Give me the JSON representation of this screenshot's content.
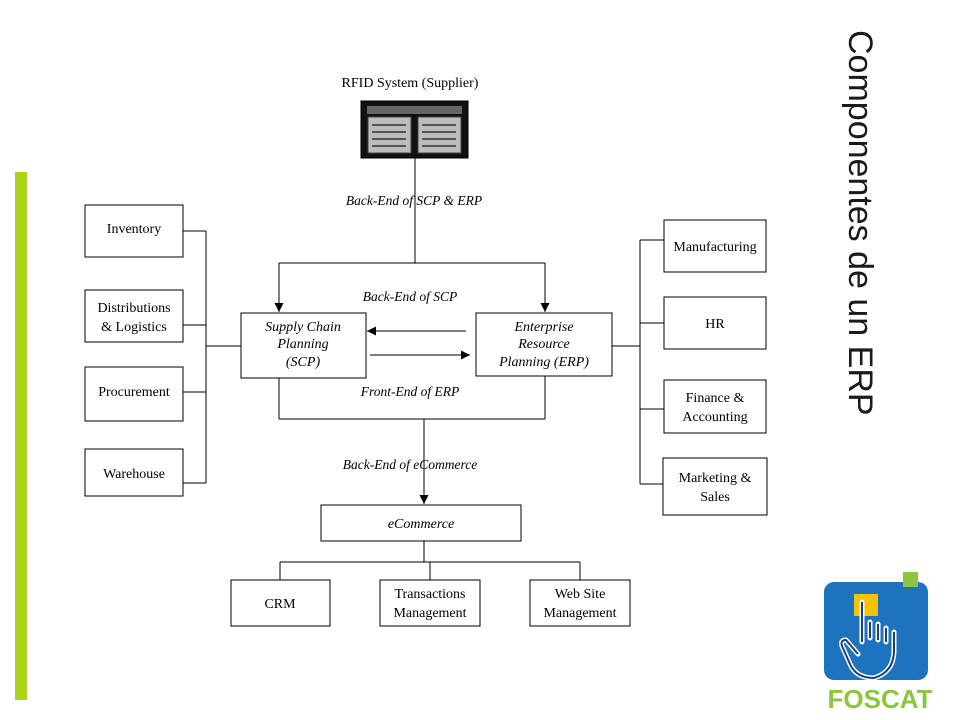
{
  "slide": {
    "title": "Componentes de un ERP"
  },
  "diagram": {
    "rfid_label": "RFID System (Supplier)",
    "edges": {
      "backend_scp_erp": "Back-End of SCP & ERP",
      "backend_scp": "Back-End of SCP",
      "frontend_erp": "Front-End of ERP",
      "backend_ecommerce": "Back-End of eCommerce"
    },
    "scp": [
      "Supply Chain",
      "Planning",
      "(SCP)"
    ],
    "erp": [
      "Enterprise",
      "Resource",
      "Planning (ERP)"
    ],
    "ecommerce": "eCommerce",
    "left_modules": [
      [
        "Inventory"
      ],
      [
        "Distributions",
        "& Logistics"
      ],
      [
        "Procurement"
      ],
      [
        "Warehouse"
      ]
    ],
    "right_modules": [
      [
        "Manufacturing"
      ],
      [
        "HR"
      ],
      [
        "Finance &",
        "Accounting"
      ],
      [
        "Marketing &",
        "Sales"
      ]
    ],
    "bottom_modules": [
      [
        "CRM"
      ],
      [
        "Transactions",
        "Management"
      ],
      [
        "Web Site",
        "Management"
      ]
    ]
  },
  "logo": {
    "text": "FOSCAT",
    "colors": {
      "blue": "#1e73be",
      "green": "#8cc63f",
      "yellow": "#f2c500"
    }
  },
  "colors": {
    "accent_bar": "#a8d21c"
  }
}
